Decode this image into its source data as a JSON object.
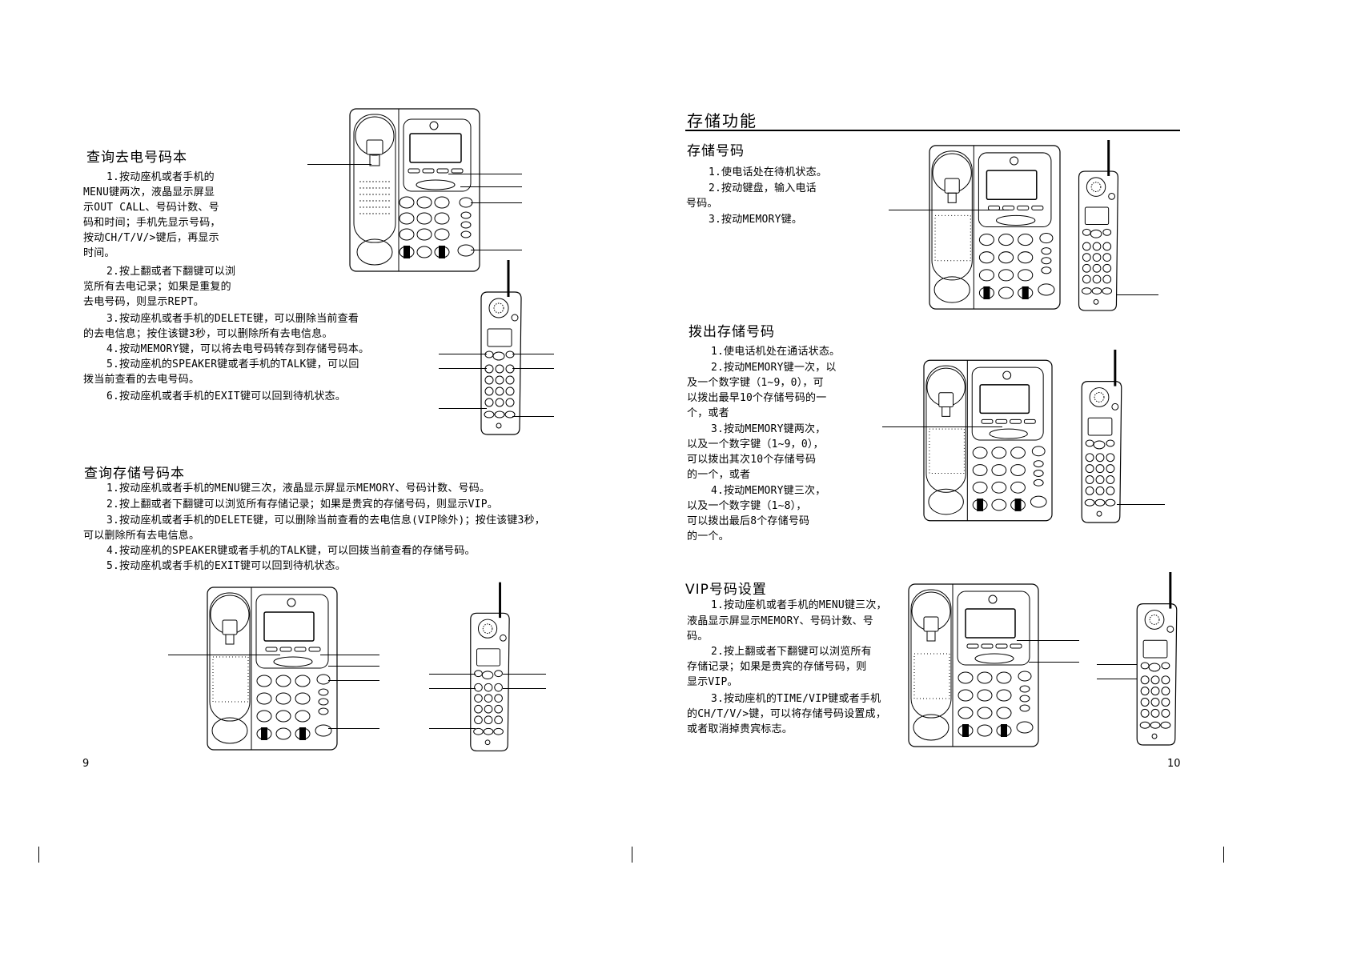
{
  "left_page": {
    "section1": {
      "title": "查询去电号码本",
      "lines": [
        "1.按动座机或者手机的",
        "MENU键两次，液晶显示屏显",
        "示OUT CALL、号码计数、号",
        "码和时间；手机先显示号码，",
        "按动CH/T/V/>键后，再显示",
        "时间。",
        "2.按上翻或者下翻键可以浏",
        "览所有去电记录；如果是重复的",
        "去电号码，则显示REPT。",
        "3.按动座机或者手机的DELETE键，可以删除当前查看",
        "的去电信息；按住该键3秒，可以删除所有去电信息。",
        "4.按动MEMORY键，可以将去电号码转存到存储号码本。",
        "5.按动座机的SPEAKER键或者手机的TALK键，可以回",
        "拨当前查看的去电号码。",
        "6.按动座机或者手机的EXIT键可以回到待机状态。"
      ]
    },
    "section2": {
      "title": "查询存储号码本",
      "lines": [
        "1.按动座机或者手机的MENU键三次，液晶显示屏显示MEMORY、号码计数、号码。",
        "2.按上翻或者下翻键可以浏览所有存储记录；如果是贵宾的存储号码，则显示VIP。",
        "3.按动座机或者手机的DELETE键，可以删除当前查看的去电信息(VIP除外)；按住该键3秒，",
        "可以删除所有去电信息。",
        "4.按动座机的SPEAKER键或者手机的TALK键，可以回拨当前查看的存储号码。",
        "5.按动座机或者手机的EXIT键可以回到待机状态。"
      ]
    },
    "page_number": "9"
  },
  "right_page": {
    "chapter_title": "存储功能",
    "section1": {
      "title": "存储号码",
      "lines": [
        "1.使电话处在待机状态。",
        "2.按动键盘，输入电话",
        "号码。",
        "3.按动MEMORY键。"
      ]
    },
    "section2": {
      "title": "拨出存储号码",
      "lines": [
        "1.使电话机处在通话状态。",
        "2.按动MEMORY键一次，以",
        "及一个数字键（1~9，0），可",
        "以拨出最早10个存储号码的一",
        "个，或者",
        "3.按动MEMORY键两次，",
        "以及一个数字键（1~9，0），",
        "可以拨出其次10个存储号码",
        "的一个，或者",
        "4.按动MEMORY键三次，",
        "以及一个数字键（1~8），",
        "可以拨出最后8个存储号码",
        "的一个。"
      ]
    },
    "section3": {
      "title": "VIP号码设置",
      "lines": [
        "1.按动座机或者手机的MENU键三次，",
        "液晶显示屏显示MEMORY、号码计数、号",
        "码。",
        "2.按上翻或者下翻键可以浏览所有",
        "存储记录；如果是贵宾的存储号码，则",
        "显示VIP。",
        "3.按动座机的TIME/VIP键或者手机",
        "的CH/T/V/>键，可以将存储号码设置成，",
        "或者取消掉贵宾标志。"
      ]
    },
    "page_number": "10"
  },
  "icons": {
    "base_phone": "corded-base-phone-illustration",
    "handset": "cordless-handset-illustration"
  }
}
